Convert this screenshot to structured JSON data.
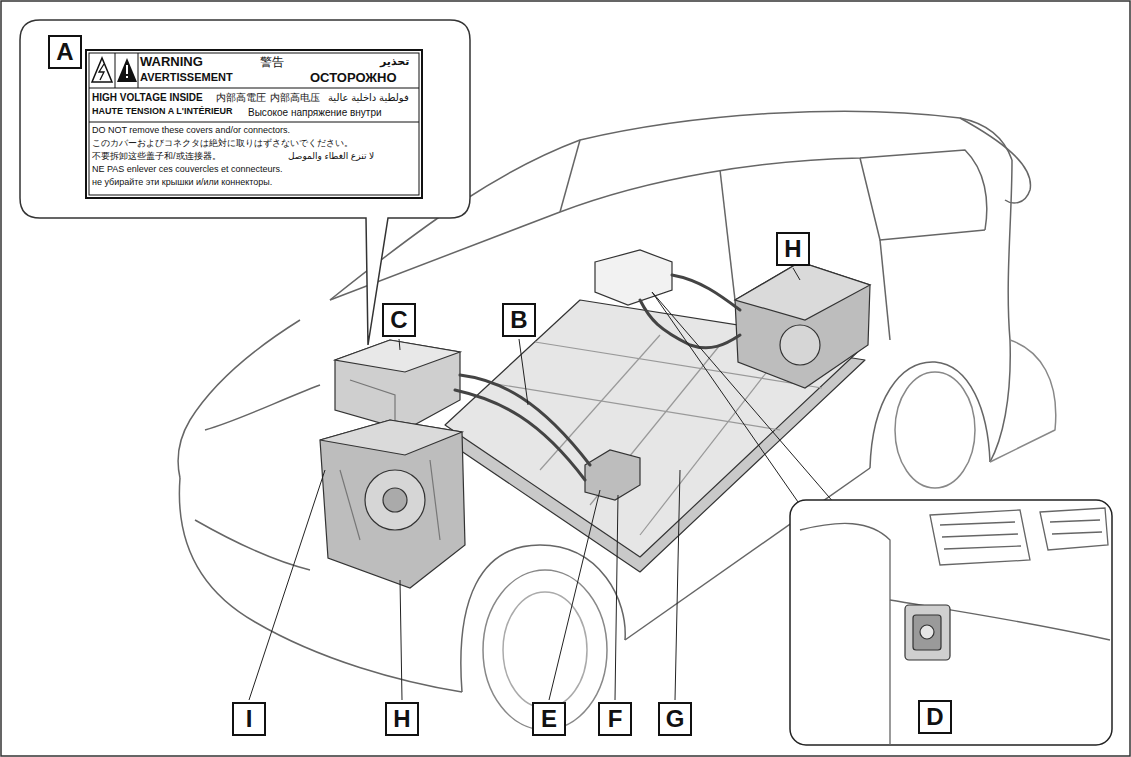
{
  "diagram": {
    "nodes": [
      {
        "text": [
          "WARNING",
          "AVERTISSEMENT",
          "警告",
          "تحذير",
          "ОСТОРОЖНО",
          "HIGH VOLTAGE INSIDE",
          "内部高電圧",
          "内部高电压",
          "فولطية داخلية عالية",
          "HAUTE TENSION A L'INTÉRIEUR",
          "Высокое напряжение внутри",
          "DO NOT remove these covers and/or connectors.",
          "このカバーおよびコネクタは絶対に取りはずさないでください。",
          "不要拆卸这些盖子和/或连接器。",
          "لا تنزع الغطاء والموصل",
          "NE PAS enlever ces couvercles et connecteurs.",
          "не убирайте эти крышки и/или коннекторы."
        ]
      }
    ],
    "labels": [
      "A",
      "C",
      "B",
      "H",
      "I",
      "H",
      "E",
      "F",
      "G",
      "D"
    ]
  }
}
